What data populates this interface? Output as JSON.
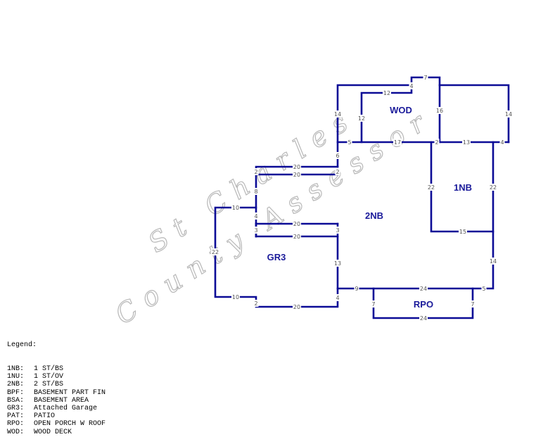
{
  "watermark": {
    "line1": "St Charles",
    "line2": "County Assessor"
  },
  "areas": {
    "wod": "WOD",
    "nb1": "1NB",
    "nb2": "2NB",
    "gr3": "GR3",
    "rpo": "RPO"
  },
  "dims": [
    "7",
    "4",
    "12",
    "14",
    "12",
    "16",
    "14",
    "5",
    "17",
    "2",
    "13",
    "4",
    "6",
    "20",
    "2",
    "20",
    "2",
    "8",
    "10",
    "4",
    "20",
    "3",
    "3",
    "20",
    "22",
    "13",
    "10",
    "2",
    "4",
    "20",
    "22",
    "22",
    "15",
    "14",
    "9",
    "24",
    "5",
    "7",
    "7",
    "24"
  ],
  "legend": {
    "title": "Legend:",
    "items": [
      {
        "code": "1NB:",
        "desc": "1 ST/BS"
      },
      {
        "code": "1NU:",
        "desc": "1 ST/OV"
      },
      {
        "code": "2NB:",
        "desc": "2 ST/BS"
      },
      {
        "code": "BPF:",
        "desc": "BASEMENT PART FIN"
      },
      {
        "code": "BSA:",
        "desc": "BASEMENT AREA"
      },
      {
        "code": "GR3:",
        "desc": "Attached Garage"
      },
      {
        "code": "PAT:",
        "desc": "PATIO"
      },
      {
        "code": "RPO:",
        "desc": "OPEN PORCH W ROOF"
      },
      {
        "code": "WOD:",
        "desc": "WOOD DECK"
      }
    ]
  }
}
